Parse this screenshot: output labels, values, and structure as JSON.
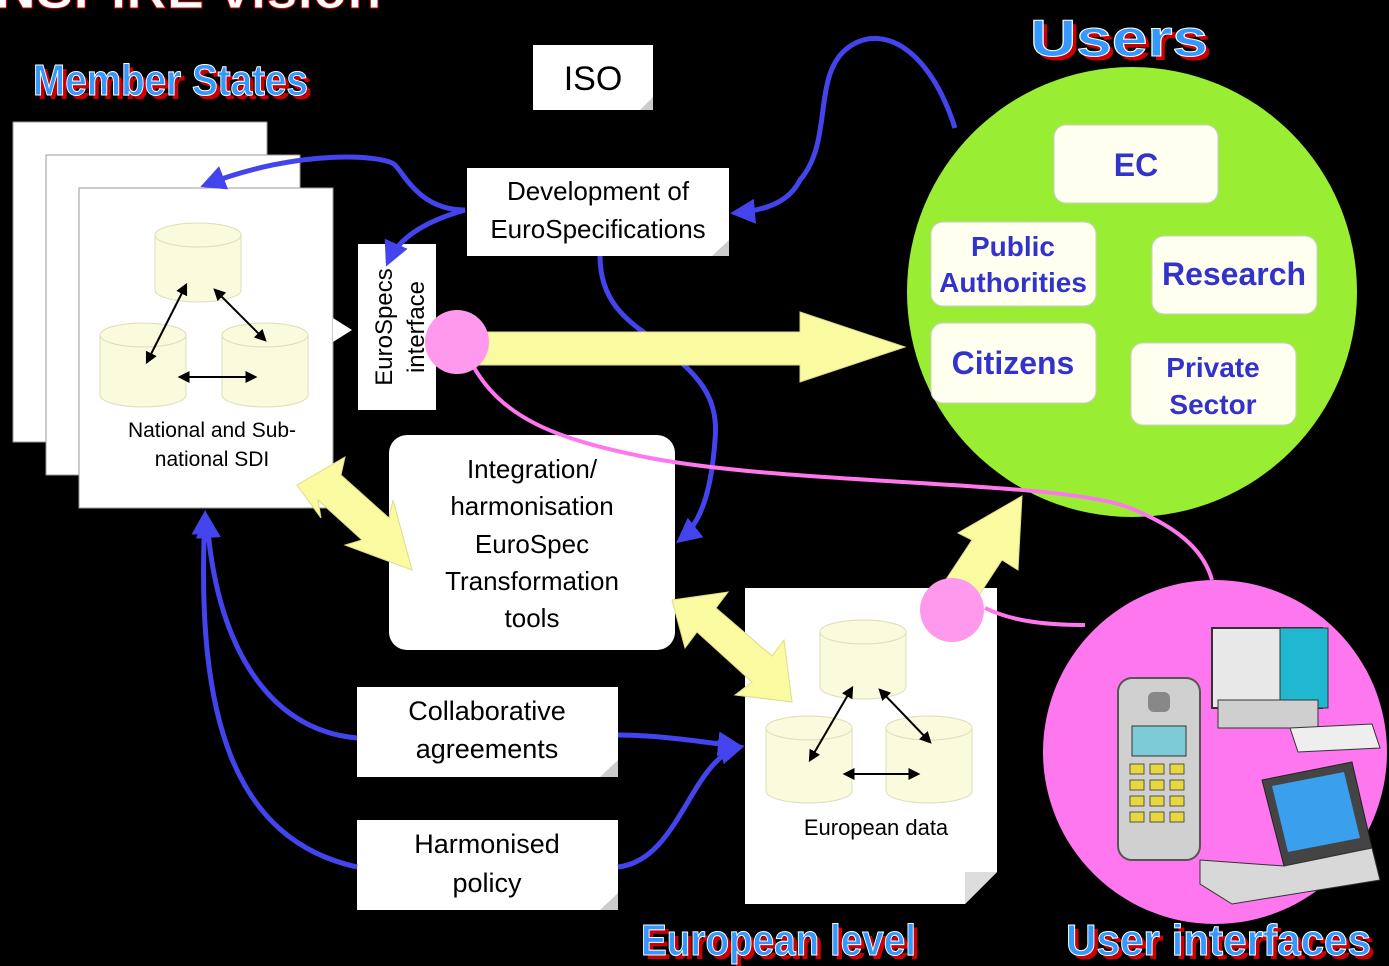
{
  "title_partial": "INSPIRE vision",
  "headings": {
    "member_states": "Member States",
    "users": "Users",
    "european_level": "European level",
    "user_interfaces": "User interfaces"
  },
  "boxes": {
    "iso": "ISO",
    "development_line1": "Development of",
    "development_line2": "EuroSpecifications",
    "eurospecs_line1": "EuroSpecs",
    "eurospecs_line2": "interface",
    "national_line1": "National and Sub-",
    "national_line2": "national  SDI",
    "integration_lines": [
      "Integration/",
      "harmonisation",
      "EuroSpec",
      "Transformation",
      "tools"
    ],
    "collaborative_line1": "Collaborative",
    "collaborative_line2": "agreements",
    "harmonised_line1": "Harmonised",
    "harmonised_line2": "policy",
    "european_data": "European data"
  },
  "users": {
    "ec": "EC",
    "public_line1": "Public",
    "public_line2": "Authorities",
    "research": "Research",
    "citizens": "Citizens",
    "private_line1": "Private",
    "private_line2": "Sector"
  },
  "colors": {
    "heading_fill": "#3399ff",
    "heading_shadow": "#cc0000",
    "users_circle": "#99ee33",
    "ui_circle": "#ff77ee",
    "blue_arrow": "#4444ee",
    "yellow_arrow": "#fafaa0",
    "user_text": "#3333cc"
  },
  "icons": [
    "database-icon",
    "mobile-phone-icon",
    "desktop-computer-icon",
    "laptop-icon"
  ]
}
